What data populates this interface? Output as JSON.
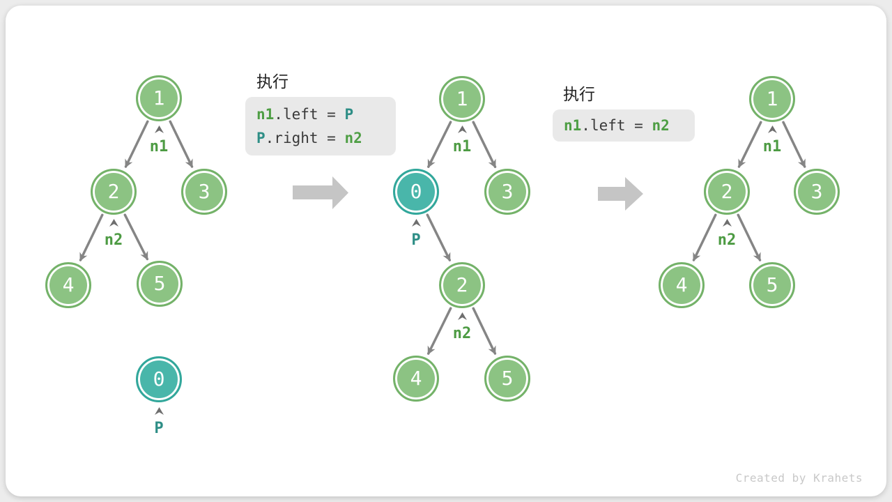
{
  "watermark": "Created by Krahets",
  "colors": {
    "node_green_fill": "#8cc383",
    "node_green_border": "#74b269",
    "node_teal_fill": "#49b6aa",
    "node_teal_border": "#32a79b",
    "code_green": "#4e9e44",
    "code_teal": "#2e8e86",
    "edge_gray": "#858585",
    "block_arrow_gray": "#c5c5c5",
    "code_box_bg": "#e9e9e9"
  },
  "tree1": {
    "nodes": [
      "1",
      "2",
      "3",
      "4",
      "5",
      "0"
    ],
    "pointer_labels": [
      "n1",
      "n2",
      "P"
    ]
  },
  "code1": {
    "heading": "执行",
    "line1": {
      "a": "n1",
      "b": ".left = ",
      "c": "P"
    },
    "line2": {
      "a": "P",
      "b": ".right = ",
      "c": "n2"
    }
  },
  "tree2": {
    "nodes": [
      "1",
      "0",
      "3",
      "2",
      "4",
      "5"
    ],
    "pointer_labels": [
      "n1",
      "P",
      "n2"
    ]
  },
  "code2": {
    "heading": "执行",
    "line1": {
      "a": "n1",
      "b": ".left = ",
      "c": "n2"
    }
  },
  "tree3": {
    "nodes": [
      "1",
      "2",
      "3",
      "4",
      "5"
    ],
    "pointer_labels": [
      "n1",
      "n2"
    ]
  }
}
